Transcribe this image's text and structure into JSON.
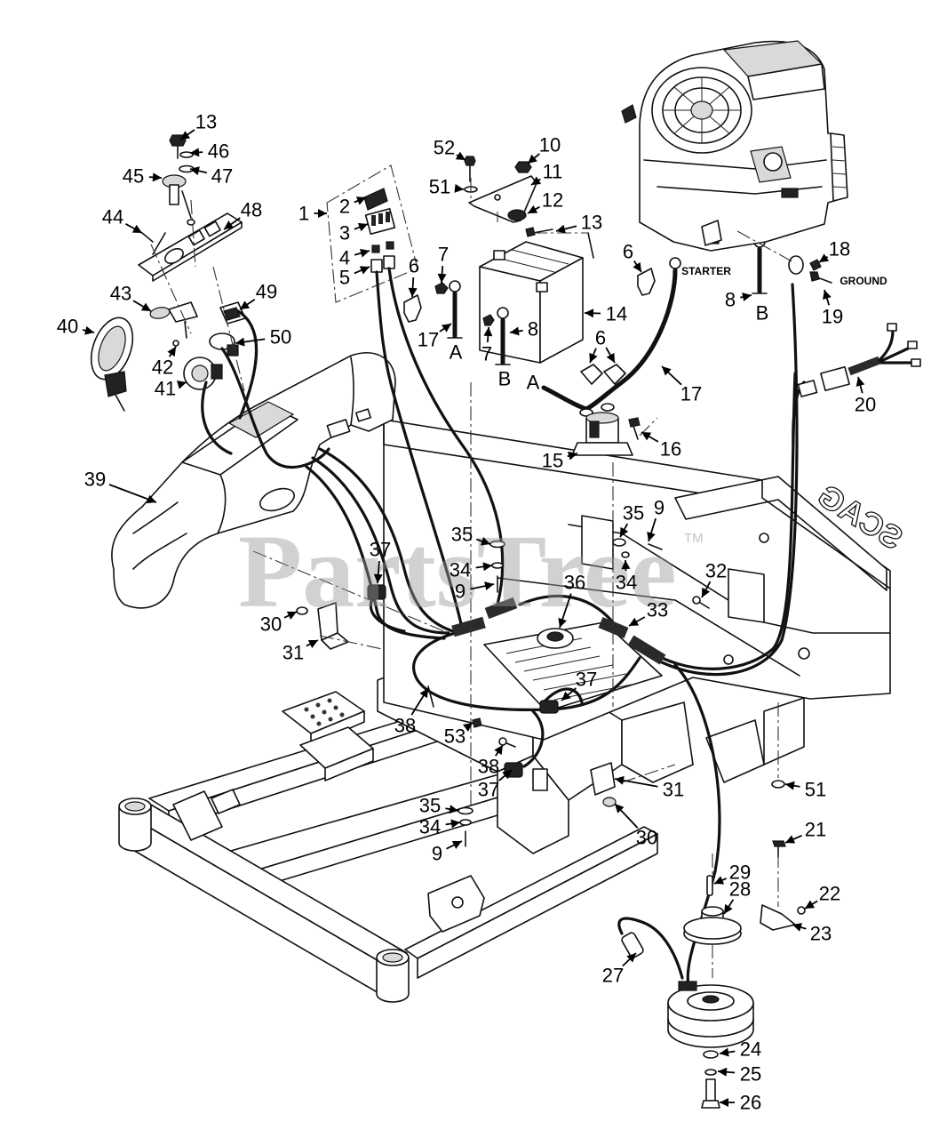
{
  "watermark": {
    "text": "PartsTree",
    "tm": "TM"
  },
  "deck_logo": "SCAG",
  "callouts": [
    "13",
    "46",
    "45",
    "47",
    "48",
    "44",
    "43",
    "49",
    "40",
    "50",
    "42",
    "41",
    "1",
    "2",
    "3",
    "4",
    "5",
    "52",
    "51",
    "10",
    "11",
    "12",
    "13",
    "6",
    "7",
    "17",
    "A",
    "7",
    "8",
    "B",
    "14",
    "6",
    "STARTER",
    "8",
    "B",
    "18",
    "GROUND",
    "19",
    "6",
    "A",
    "17",
    "20",
    "16",
    "15",
    "39",
    "35",
    "34",
    "9",
    "35",
    "9",
    "34",
    "32",
    "37",
    "36",
    "33",
    "30",
    "31",
    "37",
    "38",
    "53",
    "38",
    "37",
    "31",
    "30",
    "35",
    "34",
    "9",
    "51",
    "21",
    "29",
    "28",
    "22",
    "23",
    "27",
    "24",
    "25",
    "26"
  ]
}
